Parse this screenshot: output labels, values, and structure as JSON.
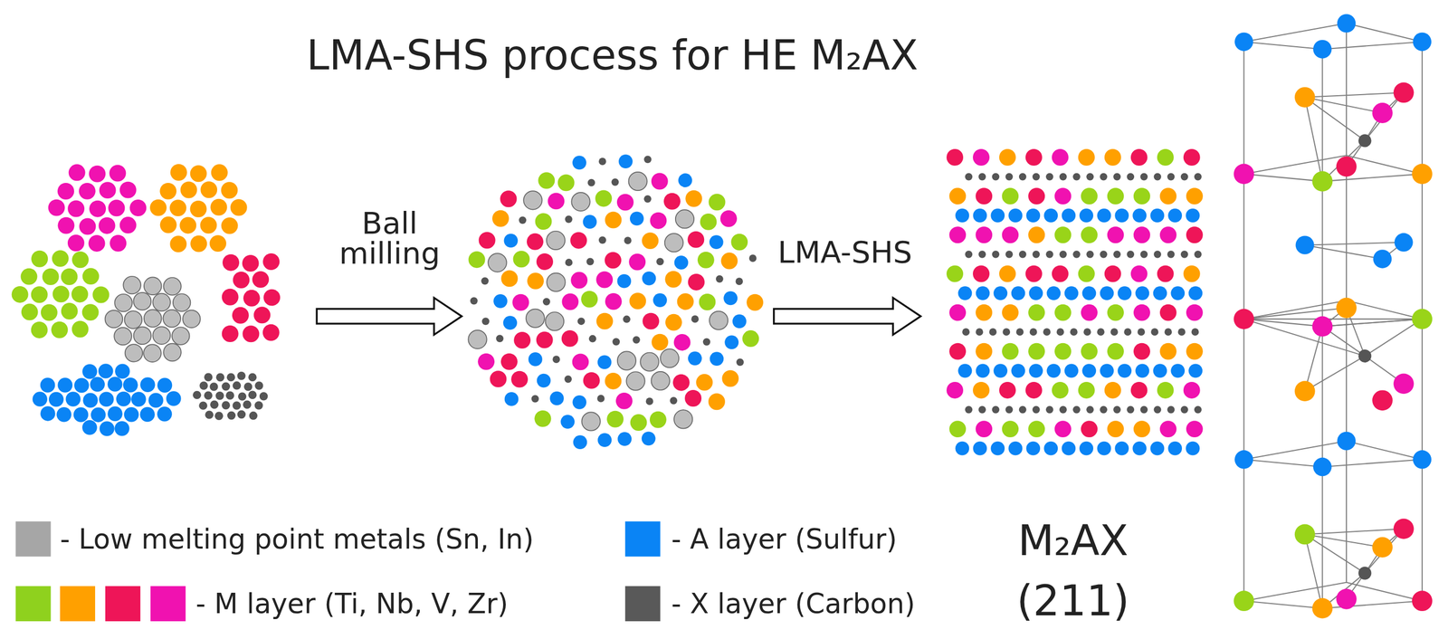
{
  "diagram": {
    "title": "LMA-SHS process for HE M₂AX",
    "labels": [
      "Ball milling",
      "LMA-SHS",
      "M₂AX",
      "(211)"
    ],
    "legend": [
      {
        "text": "- Low melting point metals (Sn, In)",
        "color": "#a6a6a6"
      },
      {
        "text": "- A layer (Sulfur)",
        "color": "#0a84f5"
      },
      {
        "text": "- M layer (Ti, Nb, V, Zr)",
        "color": "#8fd11e"
      },
      {
        "text": "- X layer (Carbon)",
        "color": "#595959"
      }
    ]
  }
}
